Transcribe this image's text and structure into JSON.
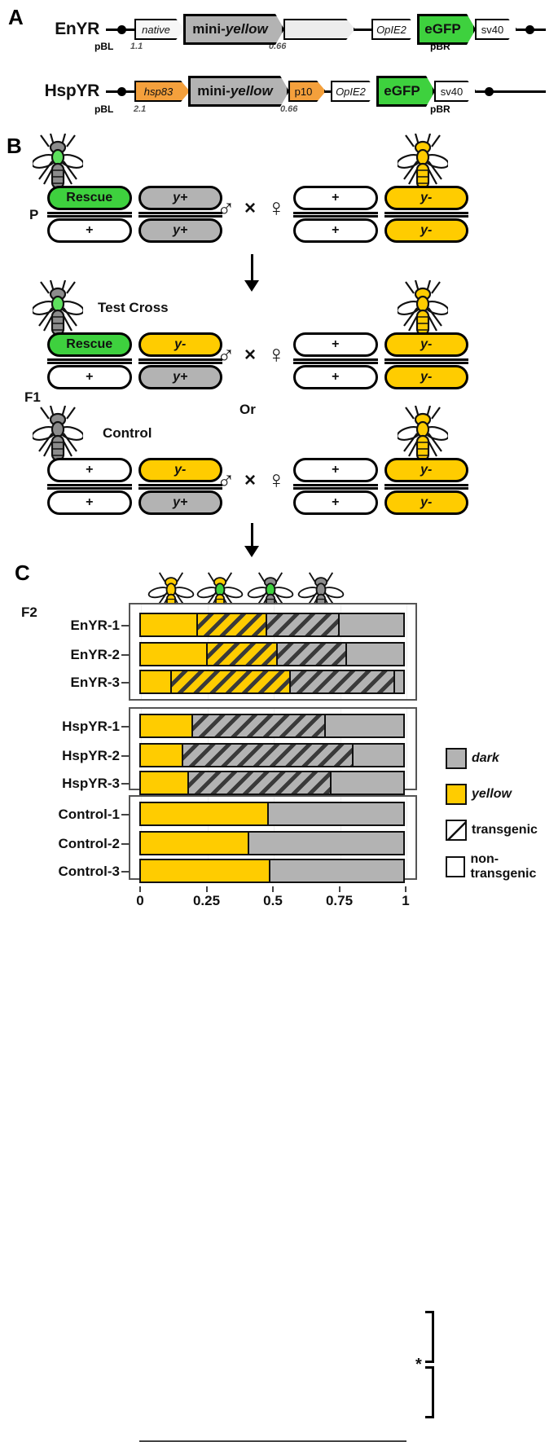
{
  "panels": {
    "a_letter": "A",
    "b_letter": "B",
    "c_letter": "C"
  },
  "panel_a": {
    "constructs": [
      {
        "name": "EnYR",
        "left_cap": "pBL",
        "right_cap": "pBR",
        "segments": [
          {
            "label": "native",
            "style": "italic",
            "color": "#f7f7f7",
            "size": "1.1"
          },
          {
            "label": "mini-yellow",
            "style": "bold-italic-mix",
            "color": "#b3b3b3",
            "size": ""
          },
          {
            "label": "",
            "style": "plain",
            "color": "#ededed",
            "size": "0.66"
          },
          {
            "label": "OpIE2",
            "style": "italic",
            "color": "#ffffff",
            "size": ""
          },
          {
            "label": "eGFP",
            "style": "bold",
            "color": "#3ed13e",
            "size": ""
          },
          {
            "label": "sv40",
            "style": "plain",
            "color": "#ffffff",
            "size": ""
          }
        ]
      },
      {
        "name": "HspYR",
        "left_cap": "pBL",
        "right_cap": "pBR",
        "segments": [
          {
            "label": "hsp83",
            "style": "italic",
            "color": "#f4a03c",
            "size": "2.1"
          },
          {
            "label": "mini-yellow",
            "style": "bold-italic-mix",
            "color": "#b3b3b3",
            "size": ""
          },
          {
            "label": "p10",
            "style": "plain",
            "color": "#f4a03c",
            "size": "0.66"
          },
          {
            "label": "OpIE2",
            "style": "italic",
            "color": "#ffffff",
            "size": ""
          },
          {
            "label": "eGFP",
            "style": "bold",
            "color": "#3ed13e",
            "size": ""
          },
          {
            "label": "sv40",
            "style": "plain",
            "color": "#ffffff",
            "size": ""
          }
        ]
      }
    ],
    "gene_name_prefix": "mini-",
    "gene_name_italic": "yellow"
  },
  "panel_b": {
    "generations": [
      {
        "label": "P",
        "sub_label": "",
        "or_label": ""
      },
      {
        "label": "F1",
        "sub_label": "Test Cross",
        "or_label": "Or"
      },
      {
        "label": "",
        "sub_label": "Control",
        "or_label": ""
      }
    ],
    "crosses": [
      {
        "id": "P",
        "generation_label": "P",
        "title": "",
        "male": {
          "fly": "green-thorax-dark-fly",
          "top": [
            "Rescue",
            "y+"
          ],
          "bottom": [
            "+",
            "y+"
          ],
          "top_colors": [
            "#3ed13e",
            "#b3b3b3"
          ],
          "bottom_colors": [
            "#ffffff",
            "#b3b3b3"
          ]
        },
        "male_symbol": "♂",
        "cross_symbol": "×",
        "female_symbol": "♀",
        "female": {
          "fly": "yellow-fly",
          "top": [
            "+",
            "y-"
          ],
          "bottom": [
            "+",
            "y-"
          ],
          "top_colors": [
            "#ffffff",
            "#ffcc00"
          ],
          "bottom_colors": [
            "#ffffff",
            "#ffcc00"
          ]
        }
      },
      {
        "id": "F1-test",
        "generation_label": "F1",
        "title": "Test Cross",
        "male": {
          "fly": "green-thorax-dark-fly",
          "top": [
            "Rescue",
            "y-"
          ],
          "bottom": [
            "+",
            "y+"
          ],
          "top_colors": [
            "#3ed13e",
            "#ffcc00"
          ],
          "bottom_colors": [
            "#ffffff",
            "#b3b3b3"
          ]
        },
        "male_symbol": "♂",
        "cross_symbol": "×",
        "female_symbol": "♀",
        "female": {
          "fly": "yellow-fly",
          "top": [
            "+",
            "y-"
          ],
          "bottom": [
            "+",
            "y-"
          ],
          "top_colors": [
            "#ffffff",
            "#ffcc00"
          ],
          "bottom_colors": [
            "#ffffff",
            "#ffcc00"
          ]
        }
      },
      {
        "id": "F1-control",
        "generation_label": "",
        "title": "Control",
        "male": {
          "fly": "dark-fly",
          "top": [
            "+",
            "y-"
          ],
          "bottom": [
            "+",
            "y+"
          ],
          "top_colors": [
            "#ffffff",
            "#ffcc00"
          ],
          "bottom_colors": [
            "#ffffff",
            "#b3b3b3"
          ]
        },
        "male_symbol": "♂",
        "cross_symbol": "×",
        "female_symbol": "♀",
        "female": {
          "fly": "yellow-fly",
          "top": [
            "+",
            "y-"
          ],
          "bottom": [
            "+",
            "y-"
          ],
          "top_colors": [
            "#ffffff",
            "#ffcc00"
          ],
          "bottom_colors": [
            "#ffffff",
            "#ffcc00"
          ]
        }
      }
    ],
    "or_label": "Or"
  },
  "panel_c": {
    "generation_label": "F2",
    "fly_icons": [
      {
        "name": "yellow-nontransgenic-fly",
        "body": "#ffcc00",
        "thorax": "#ffcc00"
      },
      {
        "name": "yellow-transgenic-fly",
        "body": "#ffcc00",
        "thorax": "#3ed13e"
      },
      {
        "name": "dark-transgenic-fly",
        "body": "#8c8c8c",
        "thorax": "#3ed13e"
      },
      {
        "name": "dark-nontransgenic-fly",
        "body": "#8c8c8c",
        "thorax": "#8c8c8c"
      }
    ],
    "significance_marker": "*",
    "legend": [
      {
        "label": "dark",
        "fill": "#b3b3b3",
        "hatched": false,
        "italic": true
      },
      {
        "label": "yellow",
        "fill": "#ffcc00",
        "hatched": false,
        "italic": true
      },
      {
        "label": "transgenic",
        "fill": "#ffffff",
        "hatched": true,
        "italic": false
      },
      {
        "label": "non-transgenic",
        "fill": "#ffffff",
        "hatched": false,
        "italic": false
      }
    ]
  },
  "chart_data": {
    "type": "bar",
    "title": "",
    "xlabel": "",
    "ylabel": "",
    "xlim": [
      0,
      1
    ],
    "orientation": "horizontal",
    "stacked": true,
    "grid": true,
    "legend_position": "right",
    "tick_labels": [
      "0",
      "0.25",
      "0.5",
      "0.75",
      "1"
    ],
    "tick_values": [
      0,
      0.25,
      0.5,
      0.75,
      1
    ],
    "categories": [
      "EnYR-1",
      "EnYR-2",
      "EnYR-3",
      "HspYR-1",
      "HspYR-2",
      "HspYR-3",
      "Control-1",
      "Control-2",
      "Control-3"
    ],
    "groups": [
      {
        "name": "EnYR",
        "rows": [
          "EnYR-1",
          "EnYR-2",
          "EnYR-3"
        ]
      },
      {
        "name": "HspYR",
        "rows": [
          "HspYR-1",
          "HspYR-2",
          "HspYR-3"
        ]
      },
      {
        "name": "Control",
        "rows": [
          "Control-1",
          "Control-2",
          "Control-3"
        ]
      }
    ],
    "series": [
      {
        "name": "yellow non-transgenic",
        "fill": "#ffcc00",
        "hatched": false,
        "values": [
          0.217,
          0.256,
          0.118,
          0.198,
          0.161,
          0.184,
          0.488,
          0.413,
          0.493
        ]
      },
      {
        "name": "yellow transgenic",
        "fill": "#ffcc00",
        "hatched": true,
        "values": [
          0.264,
          0.265,
          0.452,
          0.0,
          0.0,
          0.0,
          0.0,
          0.0,
          0.0
        ]
      },
      {
        "name": "dark transgenic",
        "fill": "#b3b3b3",
        "hatched": true,
        "values": [
          0.278,
          0.265,
          0.398,
          0.508,
          0.651,
          0.544,
          0.0,
          0.0,
          0.0
        ]
      },
      {
        "name": "dark non-transgenic",
        "fill": "#b3b3b3",
        "hatched": false,
        "values": [
          0.241,
          0.214,
          0.032,
          0.294,
          0.188,
          0.272,
          0.512,
          0.587,
          0.507
        ]
      }
    ]
  }
}
